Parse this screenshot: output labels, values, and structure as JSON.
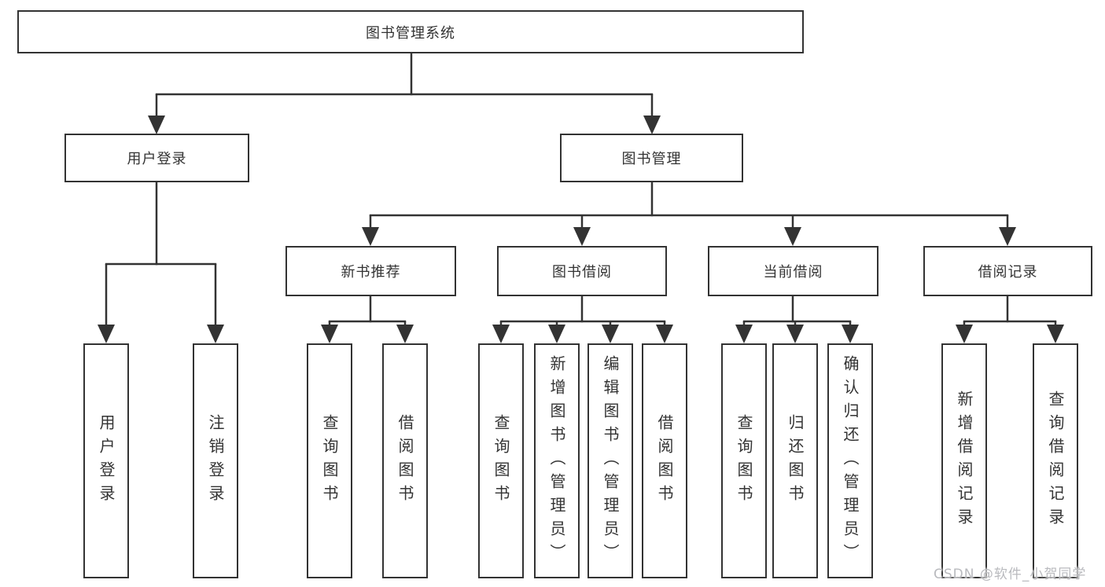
{
  "colors": {
    "line": "#333333",
    "box_border": "#333333",
    "text": "#333333",
    "watermark": "#b9babe",
    "background": "#ffffff"
  },
  "nodes": {
    "root": "图书管理系统",
    "userLogin": "用户登录",
    "bookMgmt": "图书管理",
    "newBookRecommend": "新书推荐",
    "bookBorrow": "图书借阅",
    "currentBorrow": "当前借阅",
    "borrowRecords": "借阅记录",
    "leafUserLogin": "用户登录",
    "leafLogout": "注销登录",
    "leafQueryBooks1": "查询图书",
    "leafBorrowBooks1": "借阅图书",
    "leafQueryBooks2": "查询图书",
    "leafAddBookAdmin": "新增图书（管理员）",
    "leafEditBookAdmin": "编辑图书（管理员）",
    "leafBorrowBooks2": "借阅图书",
    "leafQueryBooks3": "查询图书",
    "leafReturnBook": "归还图书",
    "leafConfirmReturnAdmin": "确认归还（管理员）",
    "leafAddBorrowRecord": "新增借阅记录",
    "leafQueryBorrowRecord": "查询借阅记录"
  },
  "tree": {
    "图书管理系统": {
      "用户登录": [
        "用户登录",
        "注销登录"
      ],
      "图书管理": {
        "新书推荐": [
          "查询图书",
          "借阅图书"
        ],
        "图书借阅": [
          "查询图书",
          "新增图书（管理员）",
          "编辑图书（管理员）",
          "借阅图书"
        ],
        "当前借阅": [
          "查询图书",
          "归还图书",
          "确认归还（管理员）"
        ],
        "借阅记录": [
          "新增借阅记录",
          "查询借阅记录"
        ]
      }
    }
  },
  "watermark": "CSDN @软件_小贺同学"
}
